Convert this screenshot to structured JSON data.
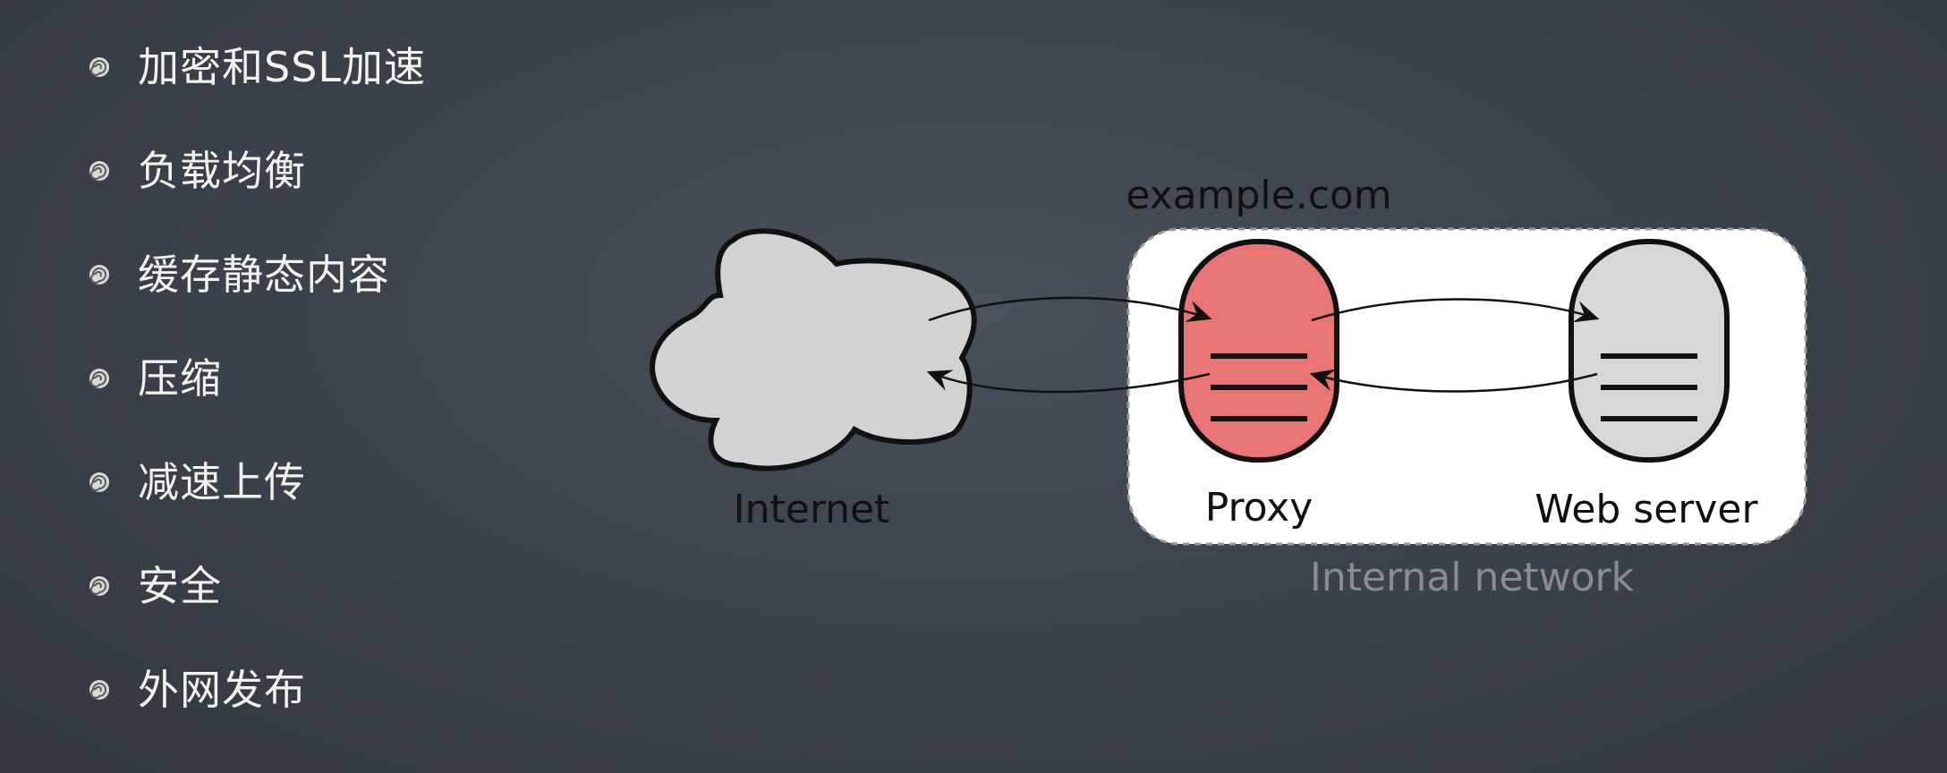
{
  "bullets": [
    {
      "text": "加密和SSL加速"
    },
    {
      "text": "负载均衡"
    },
    {
      "text": "缓存静态内容"
    },
    {
      "text": "压缩"
    },
    {
      "text": "减速上传"
    },
    {
      "text": "安全"
    },
    {
      "text": "外网发布"
    }
  ],
  "diagram": {
    "domain_label": "example.com",
    "internet_label": "Internet",
    "proxy_label": "Proxy",
    "webserver_label": "Web server",
    "network_label": "Internal network",
    "colors": {
      "proxy_fill": "#e87474",
      "server_fill": "#d7d7d7",
      "cloud_fill": "#d2d2d4",
      "network_label": "#8a8c90",
      "text_dark": "#111111"
    }
  }
}
